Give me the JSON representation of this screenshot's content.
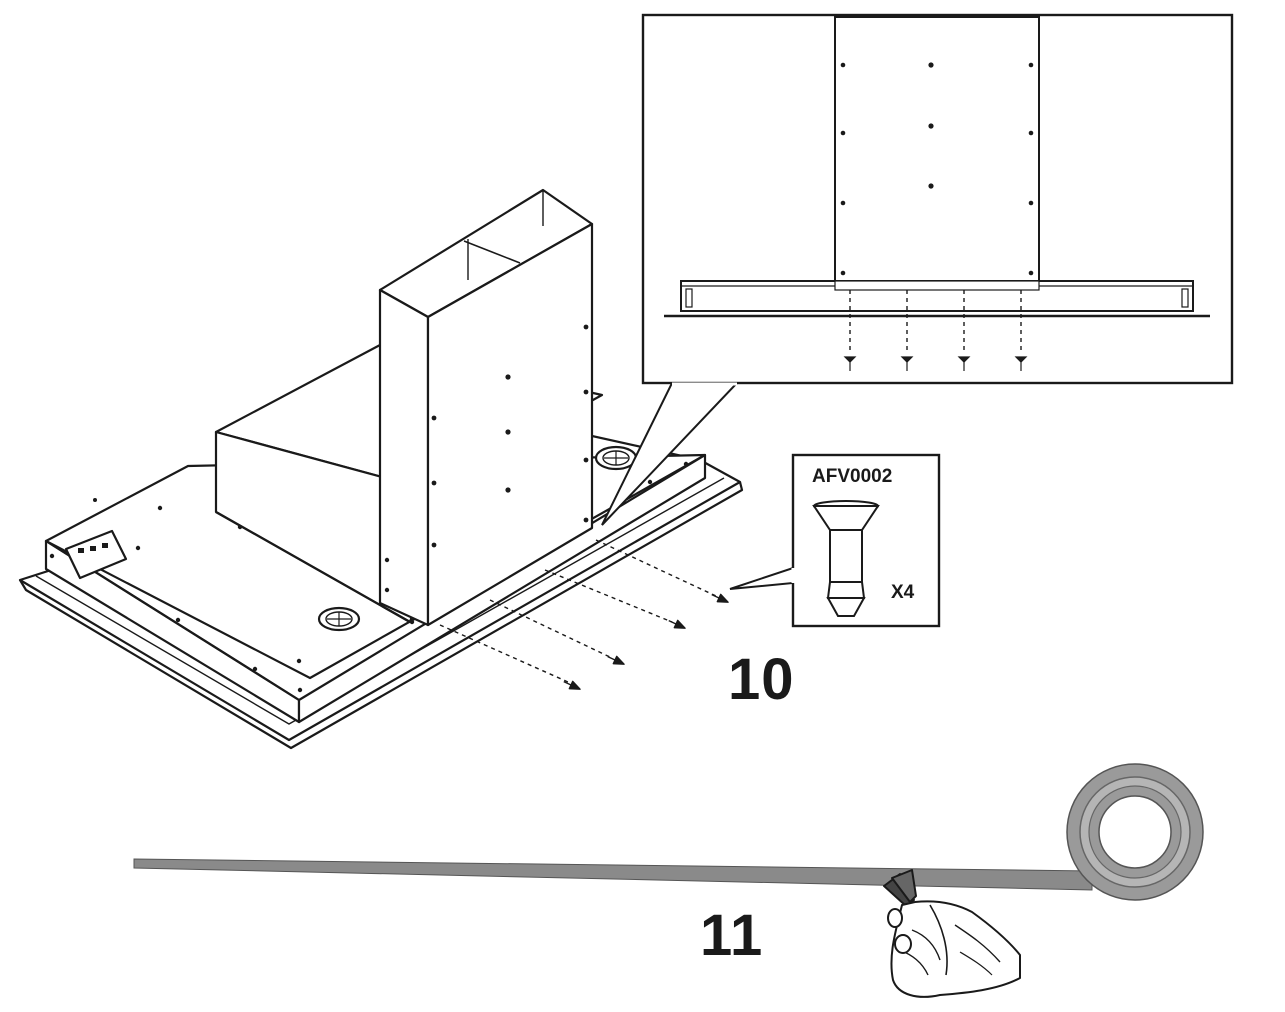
{
  "steps": {
    "step_10": "10",
    "step_11": "11"
  },
  "parts": {
    "screw_code": "AFV0002",
    "screw_quantity": "X4"
  },
  "icons": {
    "hood": "range-hood-illustration",
    "detail_view": "detail-zoom-icon",
    "screw": "countersunk-screw-icon",
    "tape": "sealing-tape-roll-icon",
    "hand": "hand-with-scissors-icon"
  }
}
